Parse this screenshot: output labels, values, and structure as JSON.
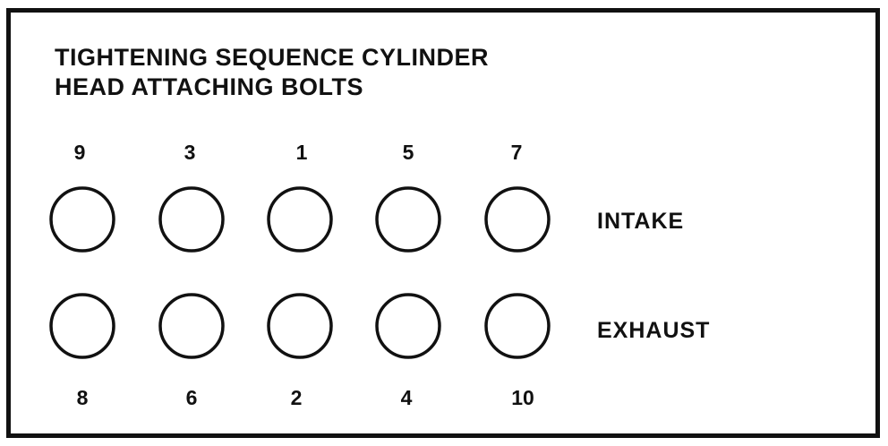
{
  "title": {
    "line1": "TIGHTENING SEQUENCE CYLINDER",
    "line2": "HEAD ATTACHING BOLTS"
  },
  "rows": [
    {
      "label": "INTAKE",
      "sequence": [
        "9",
        "3",
        "1",
        "5",
        "7"
      ]
    },
    {
      "label": "EXHAUST",
      "sequence": [
        "8",
        "6",
        "2",
        "4",
        "10"
      ]
    }
  ],
  "colors": {
    "line": "#111111",
    "background": "#ffffff"
  }
}
